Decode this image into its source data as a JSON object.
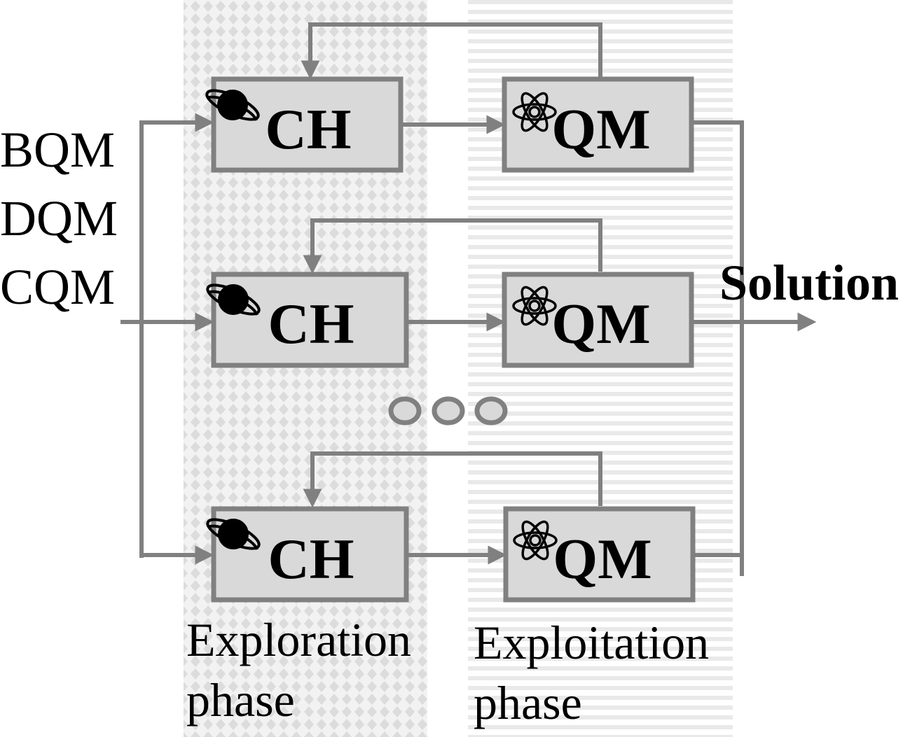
{
  "inputs": [
    "BQM",
    "DQM",
    "CQM"
  ],
  "output_label": "Solution",
  "pipelines": [
    {
      "classical_label": "CH",
      "quantum_label": "QM"
    },
    {
      "classical_label": "CH",
      "quantum_label": "QM"
    },
    {
      "classical_label": "CH",
      "quantum_label": "QM"
    }
  ],
  "phases": {
    "exploration": {
      "line1": "Exploration",
      "line2": "phase"
    },
    "exploitation": {
      "line1": "Exploitation",
      "line2": "phase"
    }
  },
  "icons": {
    "classical": "planet-icon",
    "quantum": "atom-icon",
    "continuation": "ellipsis-dots"
  },
  "colors": {
    "box_fill": "#d9d9d9",
    "line": "#808080",
    "text": "#000000"
  }
}
